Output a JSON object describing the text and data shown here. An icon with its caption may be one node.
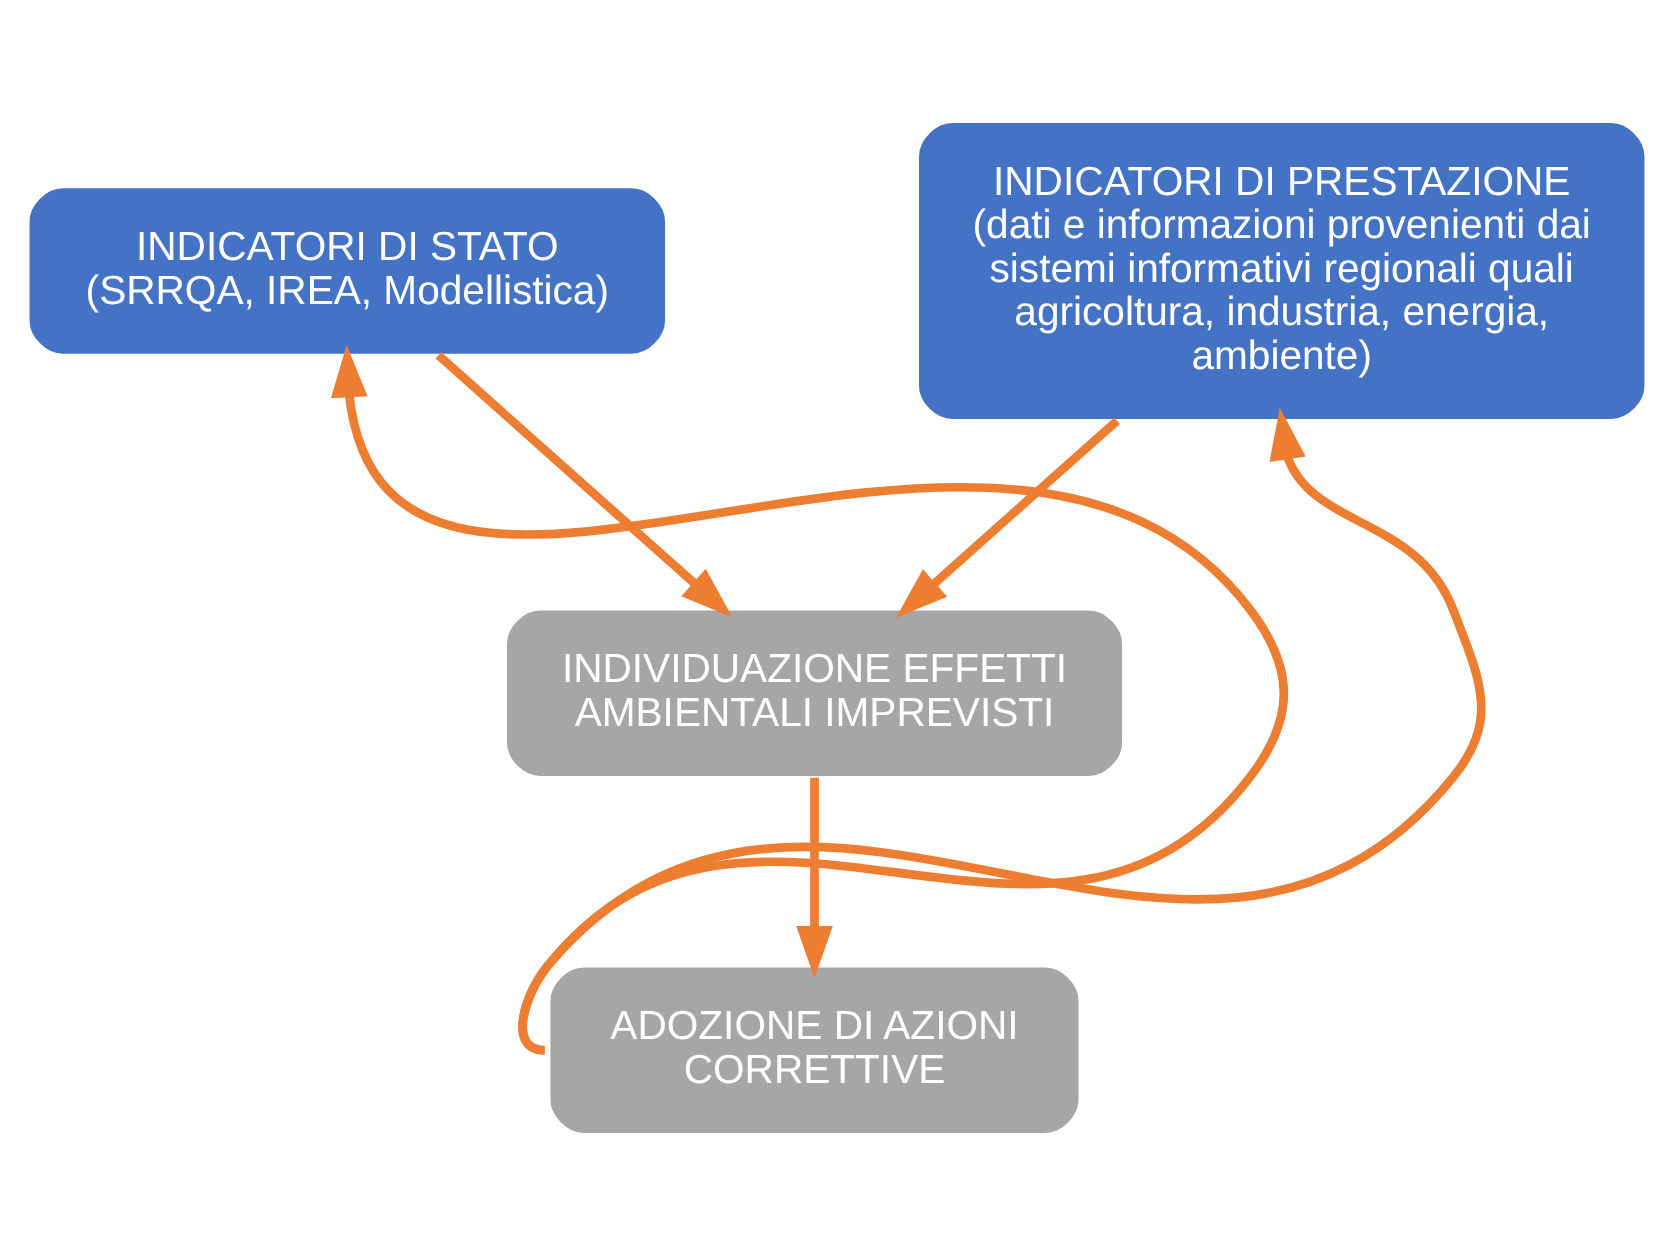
{
  "diagram": {
    "nodes": [
      {
        "text": [
          "INDICATORI DI STATO",
          "(SRRQA, IREA, Modellistica)"
        ]
      },
      {
        "text": [
          "INDICATORI DI PRESTAZIONE",
          "(dati e informazioni provenienti dai sistemi informativi regionali quali agricoltura, industria, energia, ambiente)"
        ]
      },
      {
        "text": [
          "INDIVIDUAZIONE EFFETTI AMBIENTALI IMPREVISTI"
        ]
      },
      {
        "text": [
          "ADOZIONE DI AZIONI CORRETTIVE"
        ]
      }
    ],
    "edges": [
      {
        "from": 0,
        "to": 2,
        "arrow": "to"
      },
      {
        "from": 1,
        "to": 2,
        "arrow": "to"
      },
      {
        "from": 2,
        "to": 3,
        "arrow": "to"
      },
      {
        "from": 3,
        "to": 0,
        "arrow": "to"
      },
      {
        "from": 3,
        "to": 1,
        "arrow": "to"
      }
    ]
  }
}
